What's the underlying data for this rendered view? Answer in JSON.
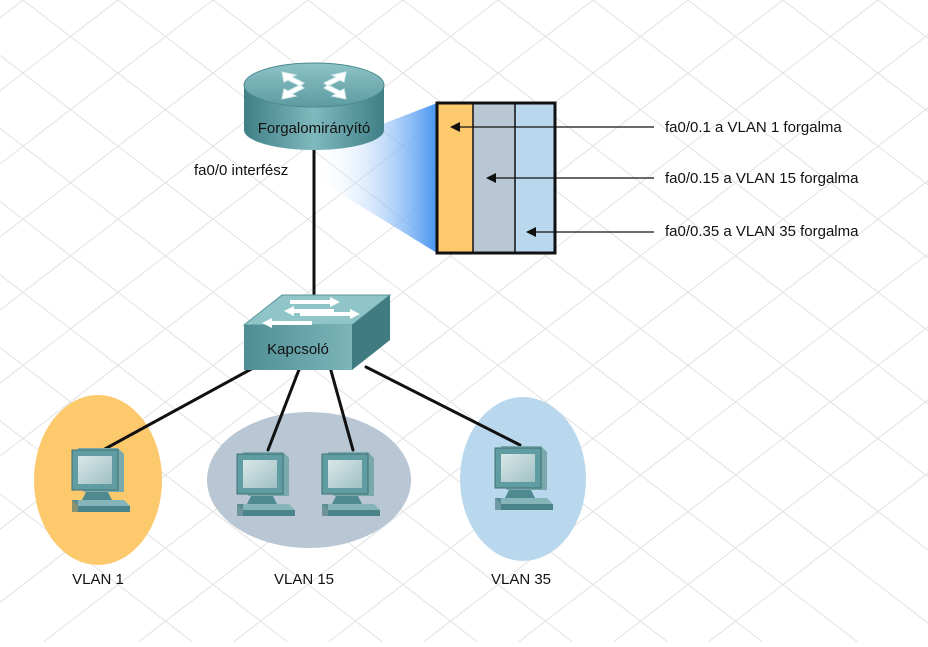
{
  "router": {
    "label": "Forgalomirányító",
    "interface_label": "fa0/0 interfész"
  },
  "switch": {
    "label": "Kapcsoló"
  },
  "subinterfaces": [
    {
      "label": "fa0/0.1 a VLAN 1 forgalma",
      "color": "#fcc96d"
    },
    {
      "label": "fa0/0.15 a VLAN 15 forgalma",
      "color": "#b9c7d4"
    },
    {
      "label": "fa0/0.35 a VLAN 35  forgalma",
      "color": "#b9d8ee"
    }
  ],
  "vlans": [
    {
      "label": "VLAN 1",
      "color": "#fcc96d",
      "pc_count": 1
    },
    {
      "label": "VLAN 15",
      "color": "#b9c7d4",
      "pc_count": 2
    },
    {
      "label": "VLAN 35",
      "color": "#b9d8ee",
      "pc_count": 1
    }
  ],
  "colors": {
    "link": "#111111",
    "device_teal": "#5f9da3",
    "grid": "#e2e2e2"
  },
  "icons": {
    "router": "router-icon",
    "switch": "switch-icon",
    "pc": "pc-icon"
  }
}
